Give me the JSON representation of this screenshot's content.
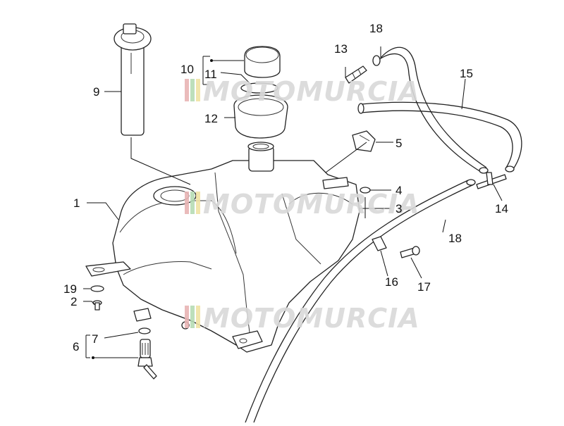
{
  "diagram": {
    "watermark": "MOTOMURCIA",
    "callouts": {
      "c1": "1",
      "c2": "2",
      "c3": "3",
      "c4": "4",
      "c5": "5",
      "c6": "6",
      "c7": "7",
      "c9": "9",
      "c10": "10",
      "c11": "11",
      "c12": "12",
      "c13": "13",
      "c14": "14",
      "c15": "15",
      "c16": "16",
      "c17": "17",
      "c18a": "18",
      "c18b": "18",
      "c19": "19"
    },
    "colors": {
      "line": "#222222",
      "watermark": "#d9d9d9",
      "stripe_red": "#e8b4b4",
      "stripe_green": "#b6dcb4",
      "stripe_yellow": "#f0e3a4"
    }
  }
}
